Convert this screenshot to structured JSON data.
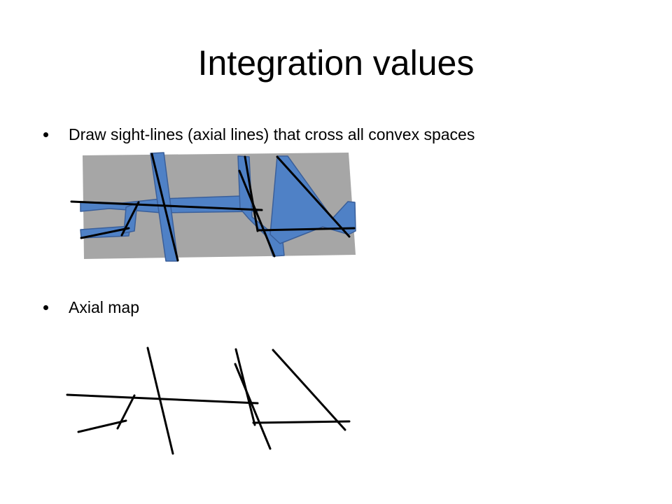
{
  "slide": {
    "title": "Integration values"
  },
  "bullets": [
    {
      "text": "Draw sight-lines (axial lines) that cross all convex spaces"
    },
    {
      "text": "Axial map"
    }
  ],
  "colors": {
    "ground": "#a6a6a6",
    "space_fill": "#4f81c6",
    "space_stroke": "#3a5f9a",
    "line": "#000000"
  }
}
